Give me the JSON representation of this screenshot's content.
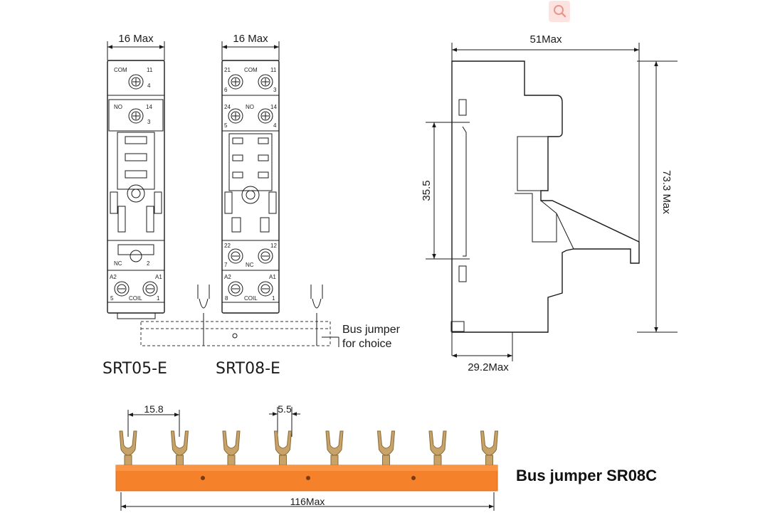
{
  "toolbar": {
    "zoom_icon": "magnifier-icon"
  },
  "relay_sockets": [
    {
      "model": "SRT05-E",
      "width_label": "16 Max",
      "terminals": [
        "COM",
        "11",
        "4",
        "NO",
        "14",
        "3",
        "NC",
        "2",
        "A2",
        "A1",
        "5",
        "COIL",
        "1"
      ]
    },
    {
      "model": "SRT08-E",
      "width_label": "16 Max",
      "terminals": [
        "21",
        "COM",
        "11",
        "6",
        "3",
        "24",
        "NO",
        "14",
        "5",
        "4",
        "22",
        "12",
        "7",
        "NC",
        "A2",
        "A1",
        "8",
        "COIL",
        "1"
      ]
    }
  ],
  "bus_jumper_note": {
    "line1": "Bus jumper",
    "line2": "for choice"
  },
  "side_view": {
    "width_label": "51Max",
    "height_label": "73.3 Max",
    "rail_label": "35.5",
    "depth_label": "29.2Max"
  },
  "bus_jumper": {
    "title": "Bus jumper  SR08C",
    "pitch_label": "15.8",
    "fork_label": "5.5",
    "length_label": "116Max",
    "forks": 8
  },
  "colors": {
    "jumper_bar": "#f5822a",
    "jumper_bar_dark": "#d9691a",
    "fork_brass": "#c7a36a",
    "fork_dark": "#8a6a36"
  }
}
